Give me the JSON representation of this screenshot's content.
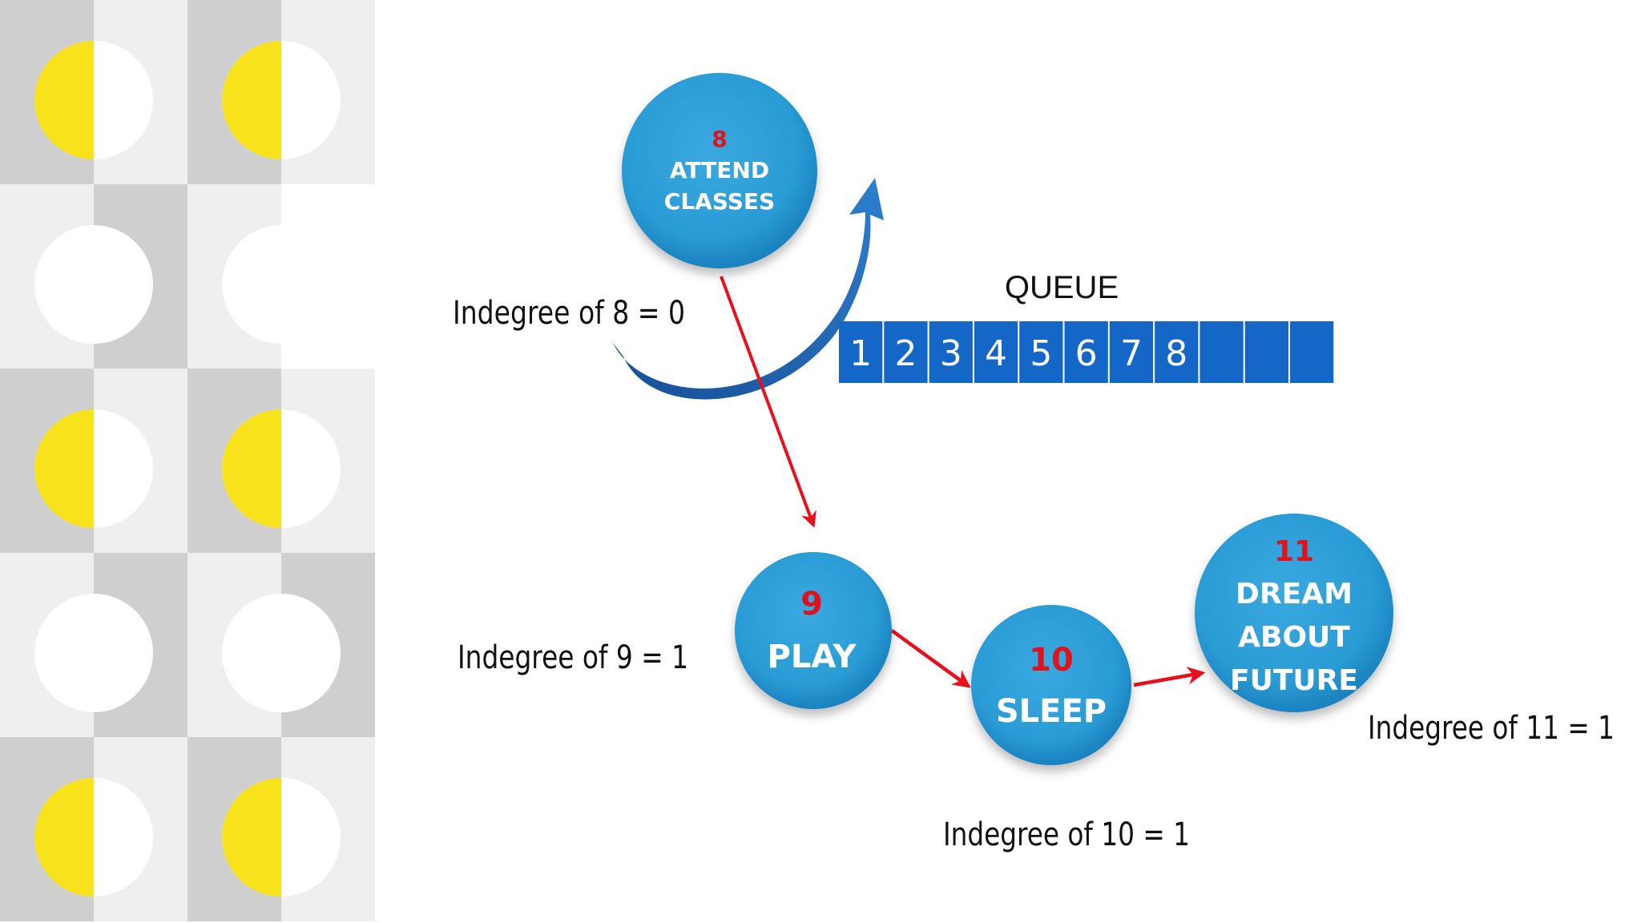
{
  "queue": {
    "label": "QUEUE",
    "cells": [
      "1",
      "2",
      "3",
      "4",
      "5",
      "6",
      "7",
      "8",
      "",
      "",
      ""
    ]
  },
  "nodes": [
    {
      "id": "8",
      "number": "8",
      "lines": [
        "ATTEND",
        "CLASSES"
      ],
      "indegree_label": "Indegree of 8 = 0"
    },
    {
      "id": "9",
      "number": "9",
      "lines": [
        "PLAY"
      ],
      "indegree_label": "Indegree of 9 = 1"
    },
    {
      "id": "10",
      "number": "10",
      "lines": [
        "SLEEP"
      ],
      "indegree_label": "Indegree of 10 = 1"
    },
    {
      "id": "11",
      "number": "11",
      "lines": [
        "DREAM",
        "ABOUT",
        "FUTURE"
      ],
      "indegree_label": "Indegree of 11 = 1"
    }
  ],
  "edges": [
    {
      "from": "8",
      "to": "9"
    },
    {
      "from": "9",
      "to": "10"
    },
    {
      "from": "10",
      "to": "11"
    }
  ],
  "colors": {
    "node_fill": "#2a9bd5",
    "node_fill_dark": "#1577b3",
    "edge": "#e8111b",
    "queue_cell": "#1467c7",
    "curved_arrow": "#1f64b5",
    "accent_yellow": "#f7e21c",
    "tile_light": "#efefef",
    "tile_mid": "#cfcfcf"
  }
}
